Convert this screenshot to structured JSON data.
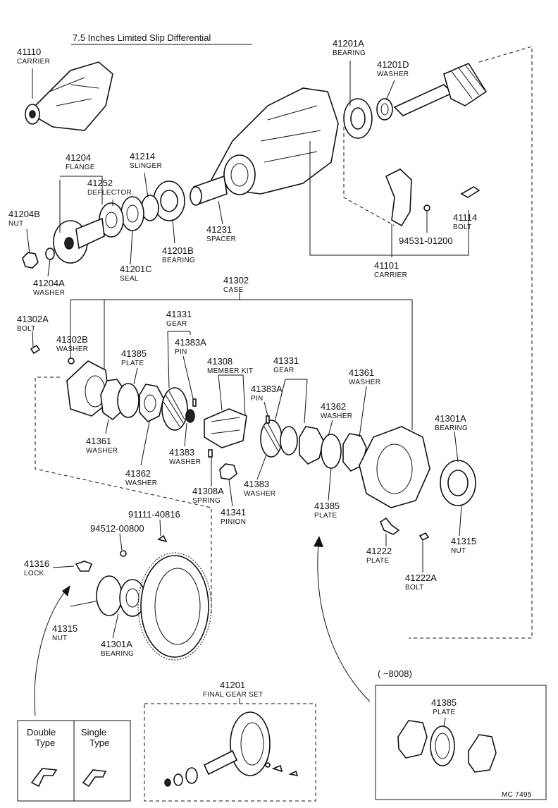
{
  "title": "7.5 Inches Limited Slip Differential",
  "corner_code": "MC 7495",
  "parts": [
    {
      "id": "p41110",
      "number": "41110",
      "name": "CARRIER"
    },
    {
      "id": "p41201A_top",
      "number": "41201A",
      "name": "BEARING"
    },
    {
      "id": "p41201D",
      "number": "41201D",
      "name": "WASHER"
    },
    {
      "id": "p41204",
      "number": "41204",
      "name": "FLANGE"
    },
    {
      "id": "p41214",
      "number": "41214",
      "name": "SLINGER"
    },
    {
      "id": "p41252",
      "number": "41252",
      "name": "DEFLECTOR"
    },
    {
      "id": "p41204B",
      "number": "41204B",
      "name": "NUT"
    },
    {
      "id": "p41231",
      "number": "41231",
      "name": "SPACER"
    },
    {
      "id": "p41114",
      "number": "41114",
      "name": "BOLT"
    },
    {
      "id": "p94531",
      "number": "94531-01200",
      "name": ""
    },
    {
      "id": "p41201B",
      "number": "41201B",
      "name": "BEARING"
    },
    {
      "id": "p41201C",
      "number": "41201C",
      "name": "SEAL"
    },
    {
      "id": "p41101",
      "number": "41101",
      "name": "CARRIER"
    },
    {
      "id": "p41204A",
      "number": "41204A",
      "name": "WASHER"
    },
    {
      "id": "p41302",
      "number": "41302",
      "name": "CASE"
    },
    {
      "id": "p41302A",
      "number": "41302A",
      "name": "BOLT"
    },
    {
      "id": "p41331_l",
      "number": "41331",
      "name": "GEAR"
    },
    {
      "id": "p41302B",
      "number": "41302B",
      "name": "WASHER"
    },
    {
      "id": "p41385_l",
      "number": "41385",
      "name": "PLATE"
    },
    {
      "id": "p41383A_l",
      "number": "41383A",
      "name": "PIN"
    },
    {
      "id": "p41308",
      "number": "41308",
      "name": "MEMBER KIT"
    },
    {
      "id": "p41331_r",
      "number": "41331",
      "name": "GEAR"
    },
    {
      "id": "p41361_r",
      "number": "41361",
      "name": "WASHER"
    },
    {
      "id": "p41383A_r",
      "number": "41383A",
      "name": "PIN"
    },
    {
      "id": "p41362_r",
      "number": "41362",
      "name": "WASHER"
    },
    {
      "id": "p41301A_r",
      "number": "41301A",
      "name": "BEARING"
    },
    {
      "id": "p41361_l",
      "number": "41361",
      "name": "WASHER"
    },
    {
      "id": "p41383_l",
      "number": "41383",
      "name": "WASHER"
    },
    {
      "id": "p41362_l",
      "number": "41362",
      "name": "WASHER"
    },
    {
      "id": "p41308A",
      "number": "41308A",
      "name": "SPRING"
    },
    {
      "id": "p41383_r",
      "number": "41383",
      "name": "WASHER"
    },
    {
      "id": "p41341",
      "number": "41341",
      "name": "PINION"
    },
    {
      "id": "p41385_r",
      "number": "41385",
      "name": "PLATE"
    },
    {
      "id": "p41315_r",
      "number": "41315",
      "name": "NUT"
    },
    {
      "id": "p91111",
      "number": "91111-40816",
      "name": ""
    },
    {
      "id": "p94512",
      "number": "94512-00800",
      "name": ""
    },
    {
      "id": "p41222",
      "number": "41222",
      "name": "PLATE"
    },
    {
      "id": "p41222A",
      "number": "41222A",
      "name": "BOLT"
    },
    {
      "id": "p41316",
      "number": "41316",
      "name": "LOCK"
    },
    {
      "id": "p41315_l",
      "number": "41315",
      "name": "NUT"
    },
    {
      "id": "p41301A_l",
      "number": "41301A",
      "name": "BEARING"
    },
    {
      "id": "p41201",
      "number": "41201",
      "name": "FINAL GEAR SET"
    },
    {
      "id": "p41385_box",
      "number": "41385",
      "name": "PLATE"
    }
  ],
  "inset_box": {
    "range": "(      −8008)"
  },
  "type_box": {
    "double": "Double\nType",
    "double_1": "Double",
    "double_2": "Type",
    "single_1": "Single",
    "single_2": "Type"
  }
}
